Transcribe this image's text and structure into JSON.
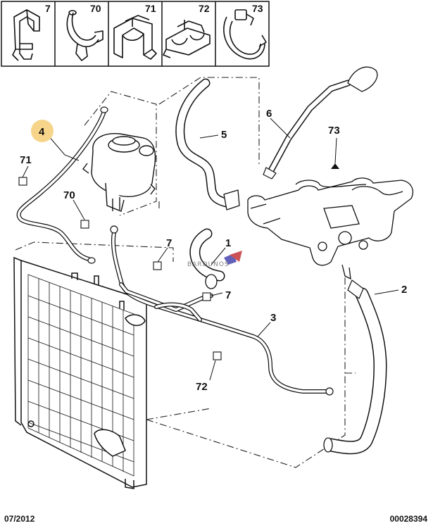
{
  "legend": {
    "cells": [
      {
        "number": "7",
        "icon": "hose-clip-icon"
      },
      {
        "number": "70",
        "icon": "pipe-clip-icon"
      },
      {
        "number": "71",
        "icon": "bracket-clip-icon"
      },
      {
        "number": "72",
        "icon": "double-clip-icon"
      },
      {
        "number": "73",
        "icon": "hose-clamp-icon"
      }
    ]
  },
  "callouts": {
    "c4": "4",
    "c71": "71",
    "c70": "70",
    "c5": "5",
    "c6": "6",
    "c73": "73",
    "c7a": "7",
    "c1": "1",
    "c7b": "7",
    "c2": "2",
    "c3": "3",
    "c72": "72"
  },
  "watermark": "BARDUNOS",
  "footer": {
    "date": "07/2012",
    "ref": "00028394"
  },
  "colors": {
    "line": "#111111",
    "highlight": "#f6d58a"
  }
}
